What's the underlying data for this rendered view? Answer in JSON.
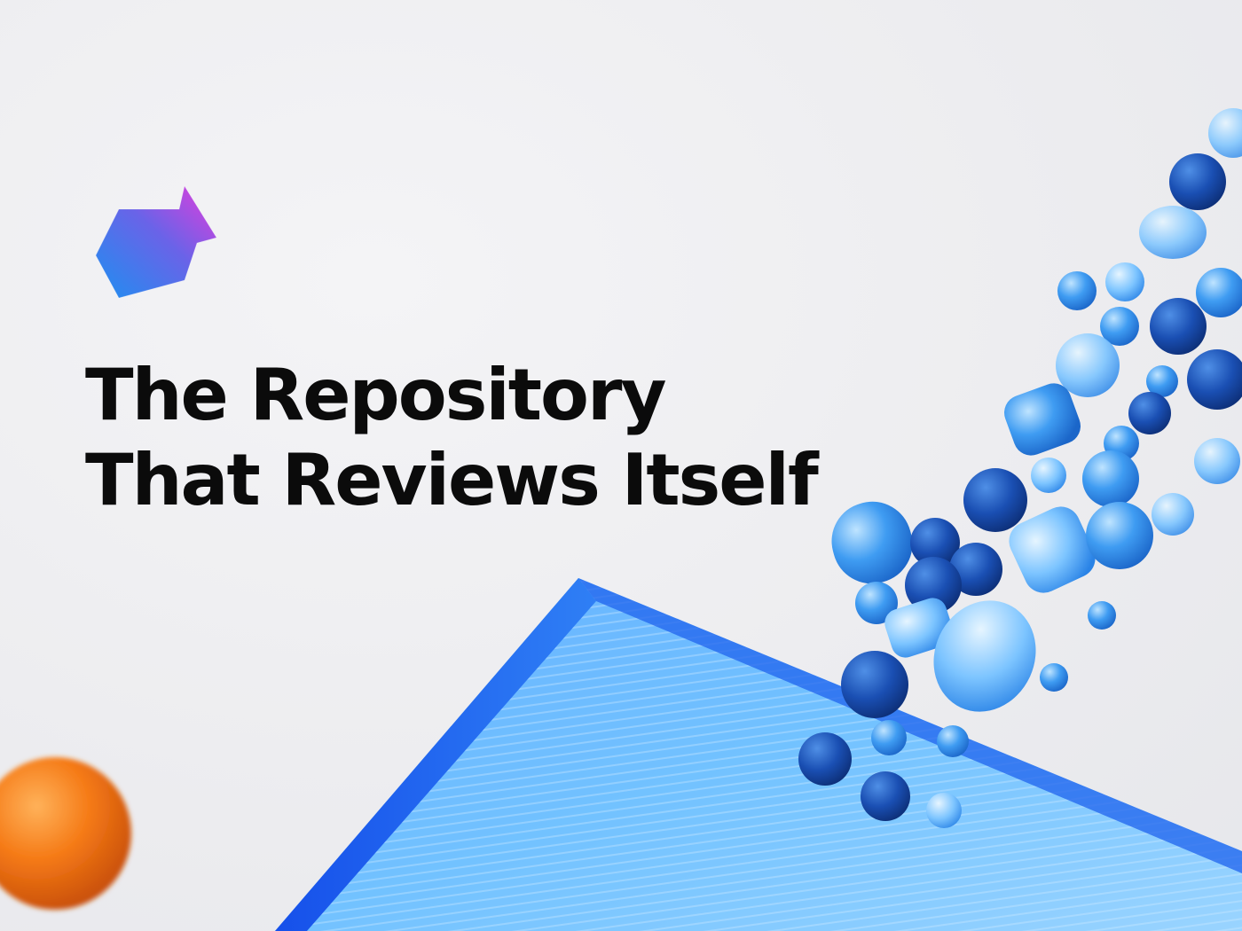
{
  "hero": {
    "title_line_1": "The Repository",
    "title_line_2": "That Reviews Itself"
  },
  "icons": {
    "logo": "hexagon-arrow-logo-icon",
    "decor_sphere": "orange-sphere",
    "decor_slab": "blue-glass-slab",
    "decor_beads": "blue-glass-beads"
  },
  "colors": {
    "background": "#eeeef0",
    "title": "#0b0b0b",
    "logo_gradient_start": "#1e8ff0",
    "logo_gradient_end": "#e43cdc",
    "accent_blue": "#1f5fe0",
    "accent_orange": "#f57a16"
  }
}
